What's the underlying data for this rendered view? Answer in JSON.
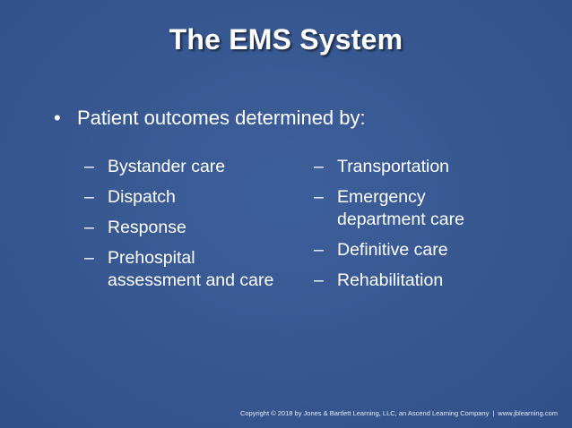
{
  "slide": {
    "title": "The EMS System",
    "bullet_marker": "•",
    "bullet_text": "Patient outcomes determined by:",
    "dash_marker": "–",
    "left_items": [
      "Bystander care",
      "Dispatch",
      "Response",
      "Prehospital assessment and care"
    ],
    "right_items": [
      "Transportation",
      "Emergency department care",
      "Definitive care",
      "Rehabilitation"
    ],
    "footer": {
      "copyright": "Copyright © 2018 by Jones & Bartlett Learning, LLC, an Ascend Learning Company",
      "separator": "|",
      "website": "www.jblearning.com"
    }
  }
}
